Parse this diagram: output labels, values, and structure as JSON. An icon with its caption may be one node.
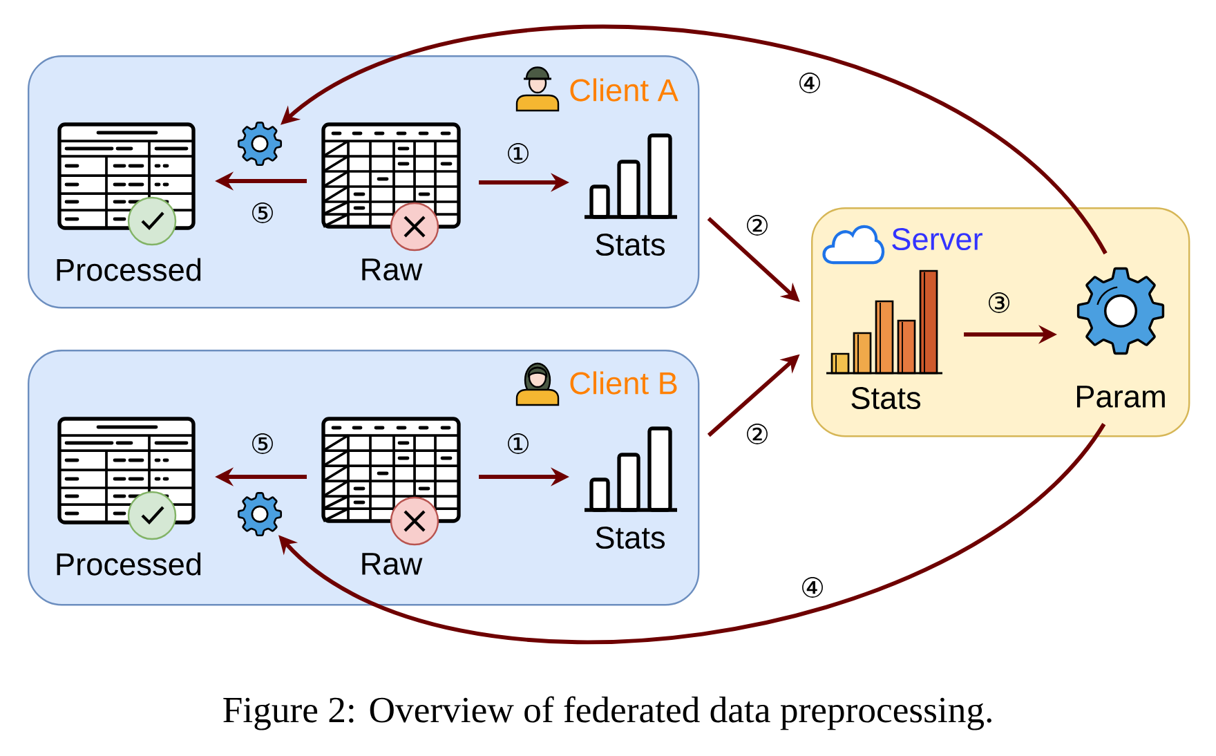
{
  "diagram": {
    "caption": "Figure 2: Overview of federated data preprocessing.",
    "nodes": [
      {
        "text": [
          "Client A"
        ]
      },
      {
        "text": [
          "Processed"
        ],
        "in": 0
      },
      {
        "text": [],
        "shape": "gear",
        "in": 0
      },
      {
        "text": [
          "Raw"
        ],
        "in": 0
      },
      {
        "text": [
          "Stats"
        ],
        "in": 0
      },
      {
        "text": [
          "Client B"
        ]
      },
      {
        "text": [
          "Processed"
        ],
        "in": 5
      },
      {
        "text": [],
        "shape": "gear",
        "in": 5
      },
      {
        "text": [
          "Raw"
        ],
        "in": 5
      },
      {
        "text": [
          "Stats"
        ],
        "in": 5
      },
      {
        "text": [
          "Server"
        ]
      },
      {
        "text": [
          "Stats"
        ],
        "in": 10
      },
      {
        "text": [
          "Param"
        ],
        "in": 10
      }
    ],
    "edges": [
      {
        "from": 3,
        "to": 1,
        "arrow": "to",
        "label": "⑤"
      },
      {
        "from": 3,
        "to": 4,
        "arrow": "to",
        "label": "①"
      },
      {
        "from": 8,
        "to": 6,
        "arrow": "to",
        "label": "⑤"
      },
      {
        "from": 8,
        "to": 9,
        "arrow": "to",
        "label": "①"
      },
      {
        "from": 0,
        "to": 10,
        "arrow": "to",
        "label": "②"
      },
      {
        "from": 5,
        "to": 10,
        "arrow": "to",
        "label": "②"
      },
      {
        "from": 11,
        "to": 12,
        "arrow": "to",
        "label": "③"
      },
      {
        "from": 12,
        "to": 2,
        "arrow": "to",
        "label": "④"
      },
      {
        "from": 12,
        "to": 7,
        "arrow": "to",
        "label": "④"
      }
    ]
  }
}
